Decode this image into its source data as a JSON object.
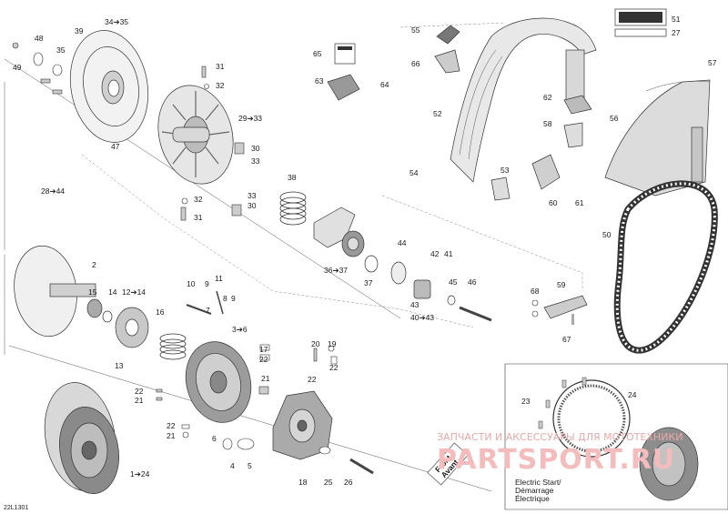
{
  "diagram_id": "22L1301",
  "watermark": {
    "line1": "ЗАПЧАСТИ И АКСЕССУАРЫ ДЛЯ МОТОТЕХНИКИ",
    "line2": "PARTSPORT.RU"
  },
  "front_label": {
    "line1": "Front",
    "line2": "Avant"
  },
  "electric_start_label": "Electric Start/\nDémarrage\nÉlectrique",
  "callouts": [
    "34➔35",
    "48",
    "39",
    "35",
    "49",
    "31",
    "32",
    "29➔33",
    "47",
    "30",
    "33",
    "28➔44",
    "32",
    "31",
    "33",
    "30",
    "38",
    "36➔37",
    "37",
    "44",
    "42",
    "41",
    "43",
    "45",
    "46",
    "40➔43",
    "65",
    "63",
    "64",
    "55",
    "66",
    "52",
    "51",
    "27",
    "57",
    "62",
    "58",
    "56",
    "54",
    "53",
    "60",
    "61",
    "50",
    "68",
    "59",
    "67",
    "2",
    "15",
    "14",
    "12➔14",
    "16",
    "10",
    "9",
    "11",
    "8",
    "9",
    "7",
    "3➔6",
    "13",
    "22",
    "21",
    "20",
    "19",
    "22",
    "22",
    "17",
    "22",
    "21",
    "22",
    "21",
    "6",
    "4",
    "5",
    "18",
    "25",
    "26",
    "1➔24",
    "23",
    "24"
  ],
  "sticker_colors": {
    "line": "#333333",
    "bg": "#ffffff",
    "watermark": "#f4bcbc"
  }
}
